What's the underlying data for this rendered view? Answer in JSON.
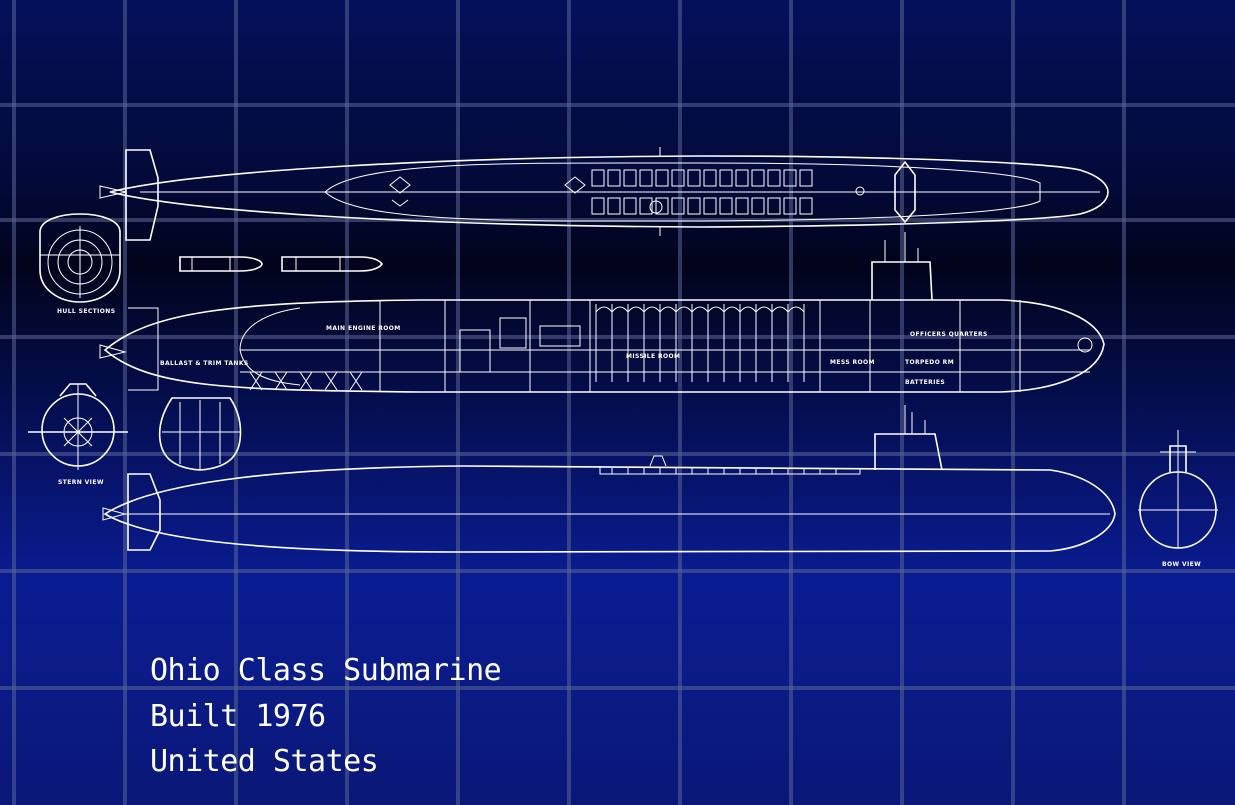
{
  "caption": {
    "line1": "Ohio Class Submarine",
    "line2": "Built 1976",
    "line3": "United States"
  },
  "labels": {
    "hull_sections": "HULL SECTIONS",
    "stern_view": "STERN VIEW",
    "bow_view": "BOW VIEW",
    "main_engine_room": "MAIN ENGINE ROOM",
    "missile_room": "MISSILE ROOM",
    "ballast_trim_tanks": "BALLAST & TRIM TANKS",
    "torpedo_room": "TORPEDO RM",
    "batteries": "BATTERIES",
    "mess_room": "MESS ROOM",
    "officers_quarters": "OFFICERS QUARTERS"
  },
  "colors": {
    "background": "#0a1a8c",
    "line": "#ffffff"
  }
}
